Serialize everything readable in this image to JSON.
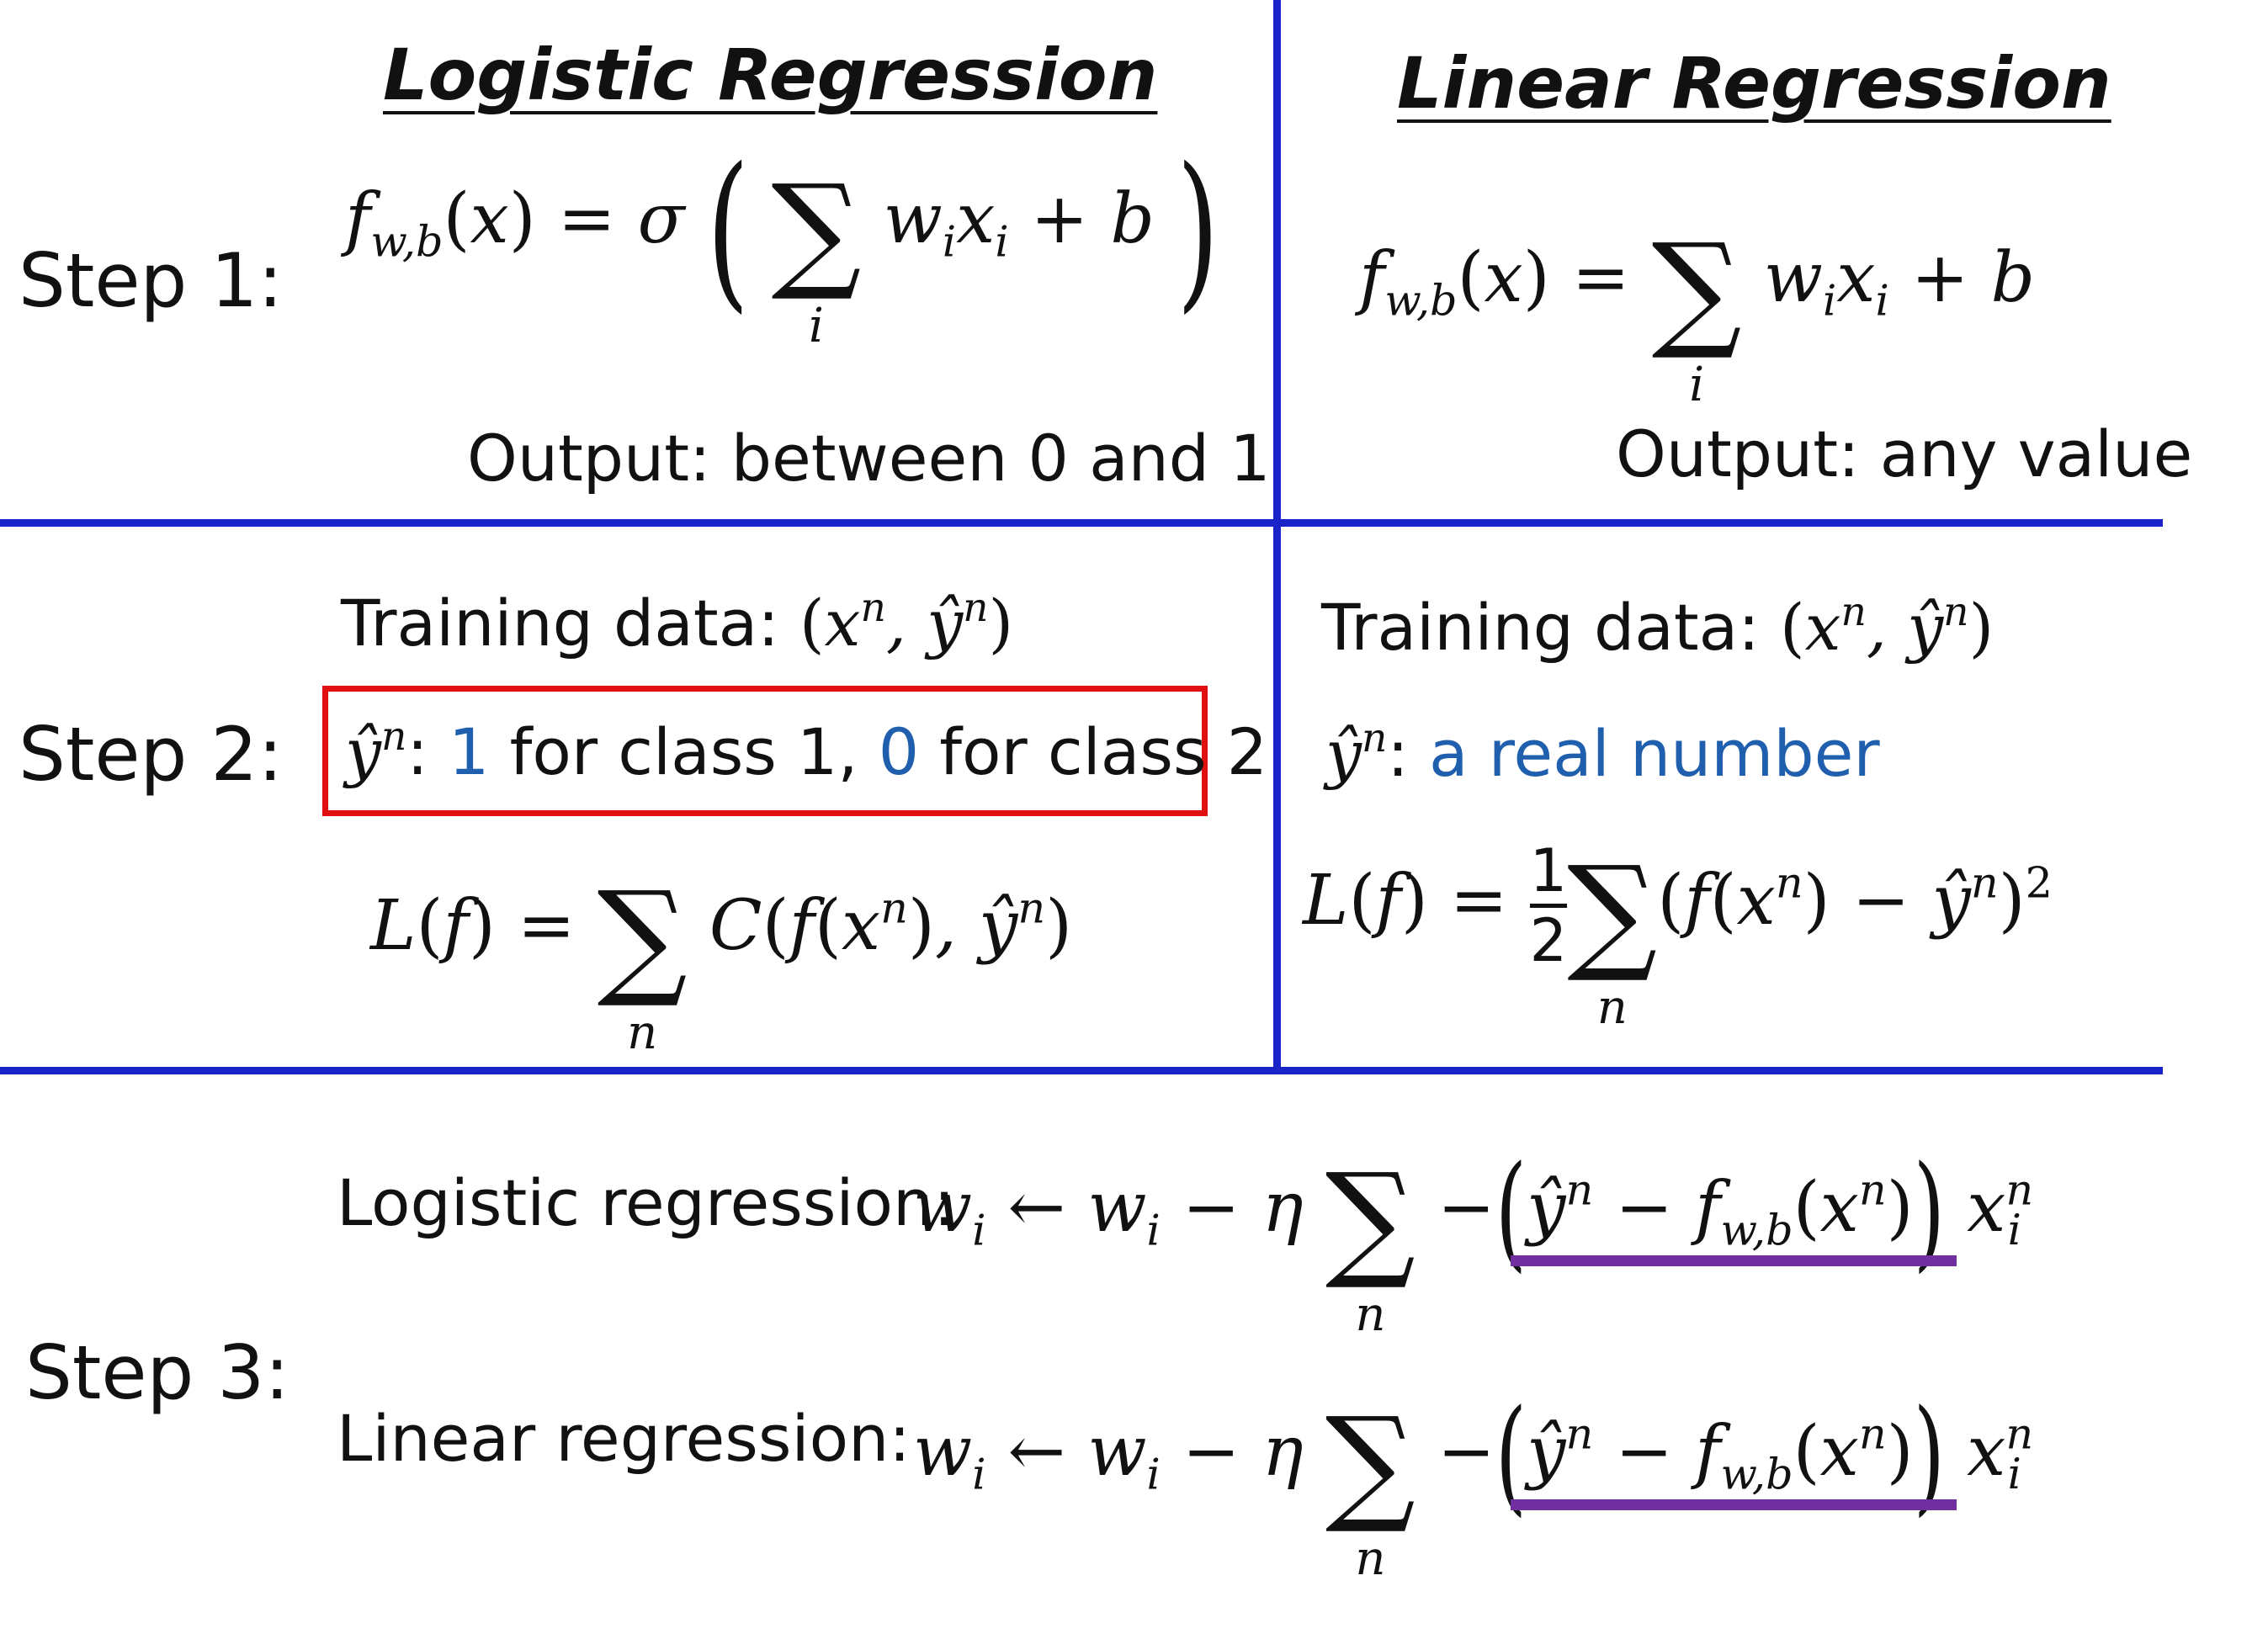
{
  "left_heading": "Logistic Regression",
  "right_heading": "Linear Regression",
  "step1": {
    "label": "Step 1:",
    "left_output": "Output: between 0 and 1",
    "right_output": "Output: any value"
  },
  "step2": {
    "label": "Step 2:",
    "left_training": "Training data:",
    "right_training": "Training data:",
    "left_y_desc_part1": "1",
    "left_y_desc_part2": " for class 1, ",
    "left_y_desc_part3": "0",
    "left_y_desc_part4": " for class 2",
    "right_y_desc": "a real number"
  },
  "step3": {
    "label": "Step 3:",
    "logistic_label": "Logistic regression:",
    "linear_label": "Linear regression:"
  },
  "colors": {
    "divider": "#1a23c8",
    "highlight_box": "#e01010",
    "underline": "#7030a0",
    "blue_text": "#1f5fae"
  }
}
